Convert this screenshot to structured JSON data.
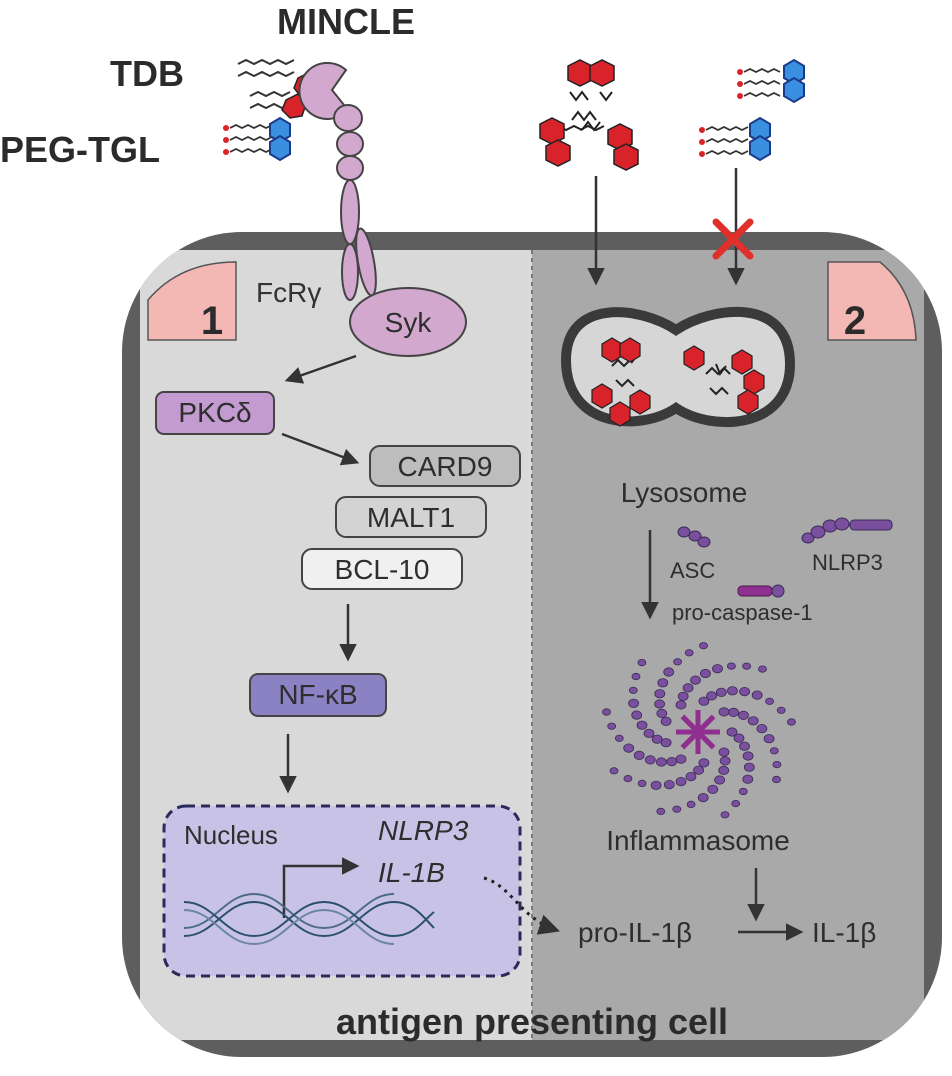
{
  "labels": {
    "mincle": "MINCLE",
    "tdb": "TDB",
    "peg_tgl": "PEG-TGL",
    "fcr": "FcRγ",
    "syk": "Syk",
    "pkc": "PKCδ",
    "card9": "CARD9",
    "malt1": "MALT1",
    "bcl10": "BCL-10",
    "nfkb": "NF-κB",
    "nucleus": "Nucleus",
    "nlrp3_gene": "NLRP3",
    "il1b_gene": "IL-1B",
    "pro_il1b": "pro-IL-1β",
    "il1b": "IL-1β",
    "lysosome": "Lysosome",
    "asc": "ASC",
    "nlrp3": "NLRP3",
    "pro_caspase": "pro-caspase-1",
    "inflammasome": "Inflammasome",
    "cell": "antigen presenting cell",
    "panel1": "1",
    "panel2": "2"
  },
  "colors": {
    "left_bg": "#d9d9d9",
    "right_bg": "#a6a6a6",
    "border": "#595959",
    "panel_tab": "#f4b8b4",
    "receptor": "#d2a8cf",
    "pkc": "#c39bd0",
    "nfkb": "#8b82c4",
    "nucleus": "#c8c3e6",
    "red": "#d9232b",
    "blue": "#3b8fe0",
    "purple": "#7a4f9e",
    "magenta": "#8f2f8f"
  }
}
